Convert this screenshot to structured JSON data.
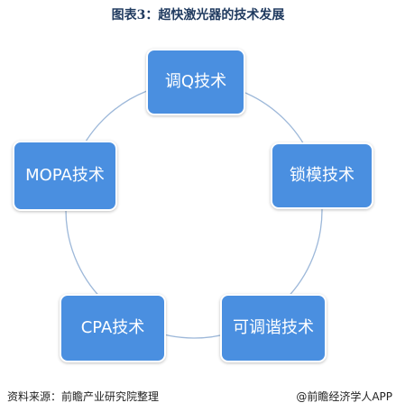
{
  "title": "图表3：超快激光器的技术发展",
  "nodes": [
    {
      "id": "q_switch",
      "label": "调Q技术"
    },
    {
      "id": "mode_lock",
      "label": "锁模技术"
    },
    {
      "id": "tunable_spectrum",
      "label": "可调谐技术"
    },
    {
      "id": "cpa",
      "label": "CPA技术"
    },
    {
      "id": "mopa",
      "label": "MOPA技术"
    }
  ],
  "footer": {
    "source": "资料来源：前瞻产业研究院整理",
    "brand": "@前瞻经济学人APP"
  },
  "colors": {
    "node_fill": "#4a8fe0",
    "circle_stroke": "#9db8d9",
    "title": "#1f3a5f"
  }
}
